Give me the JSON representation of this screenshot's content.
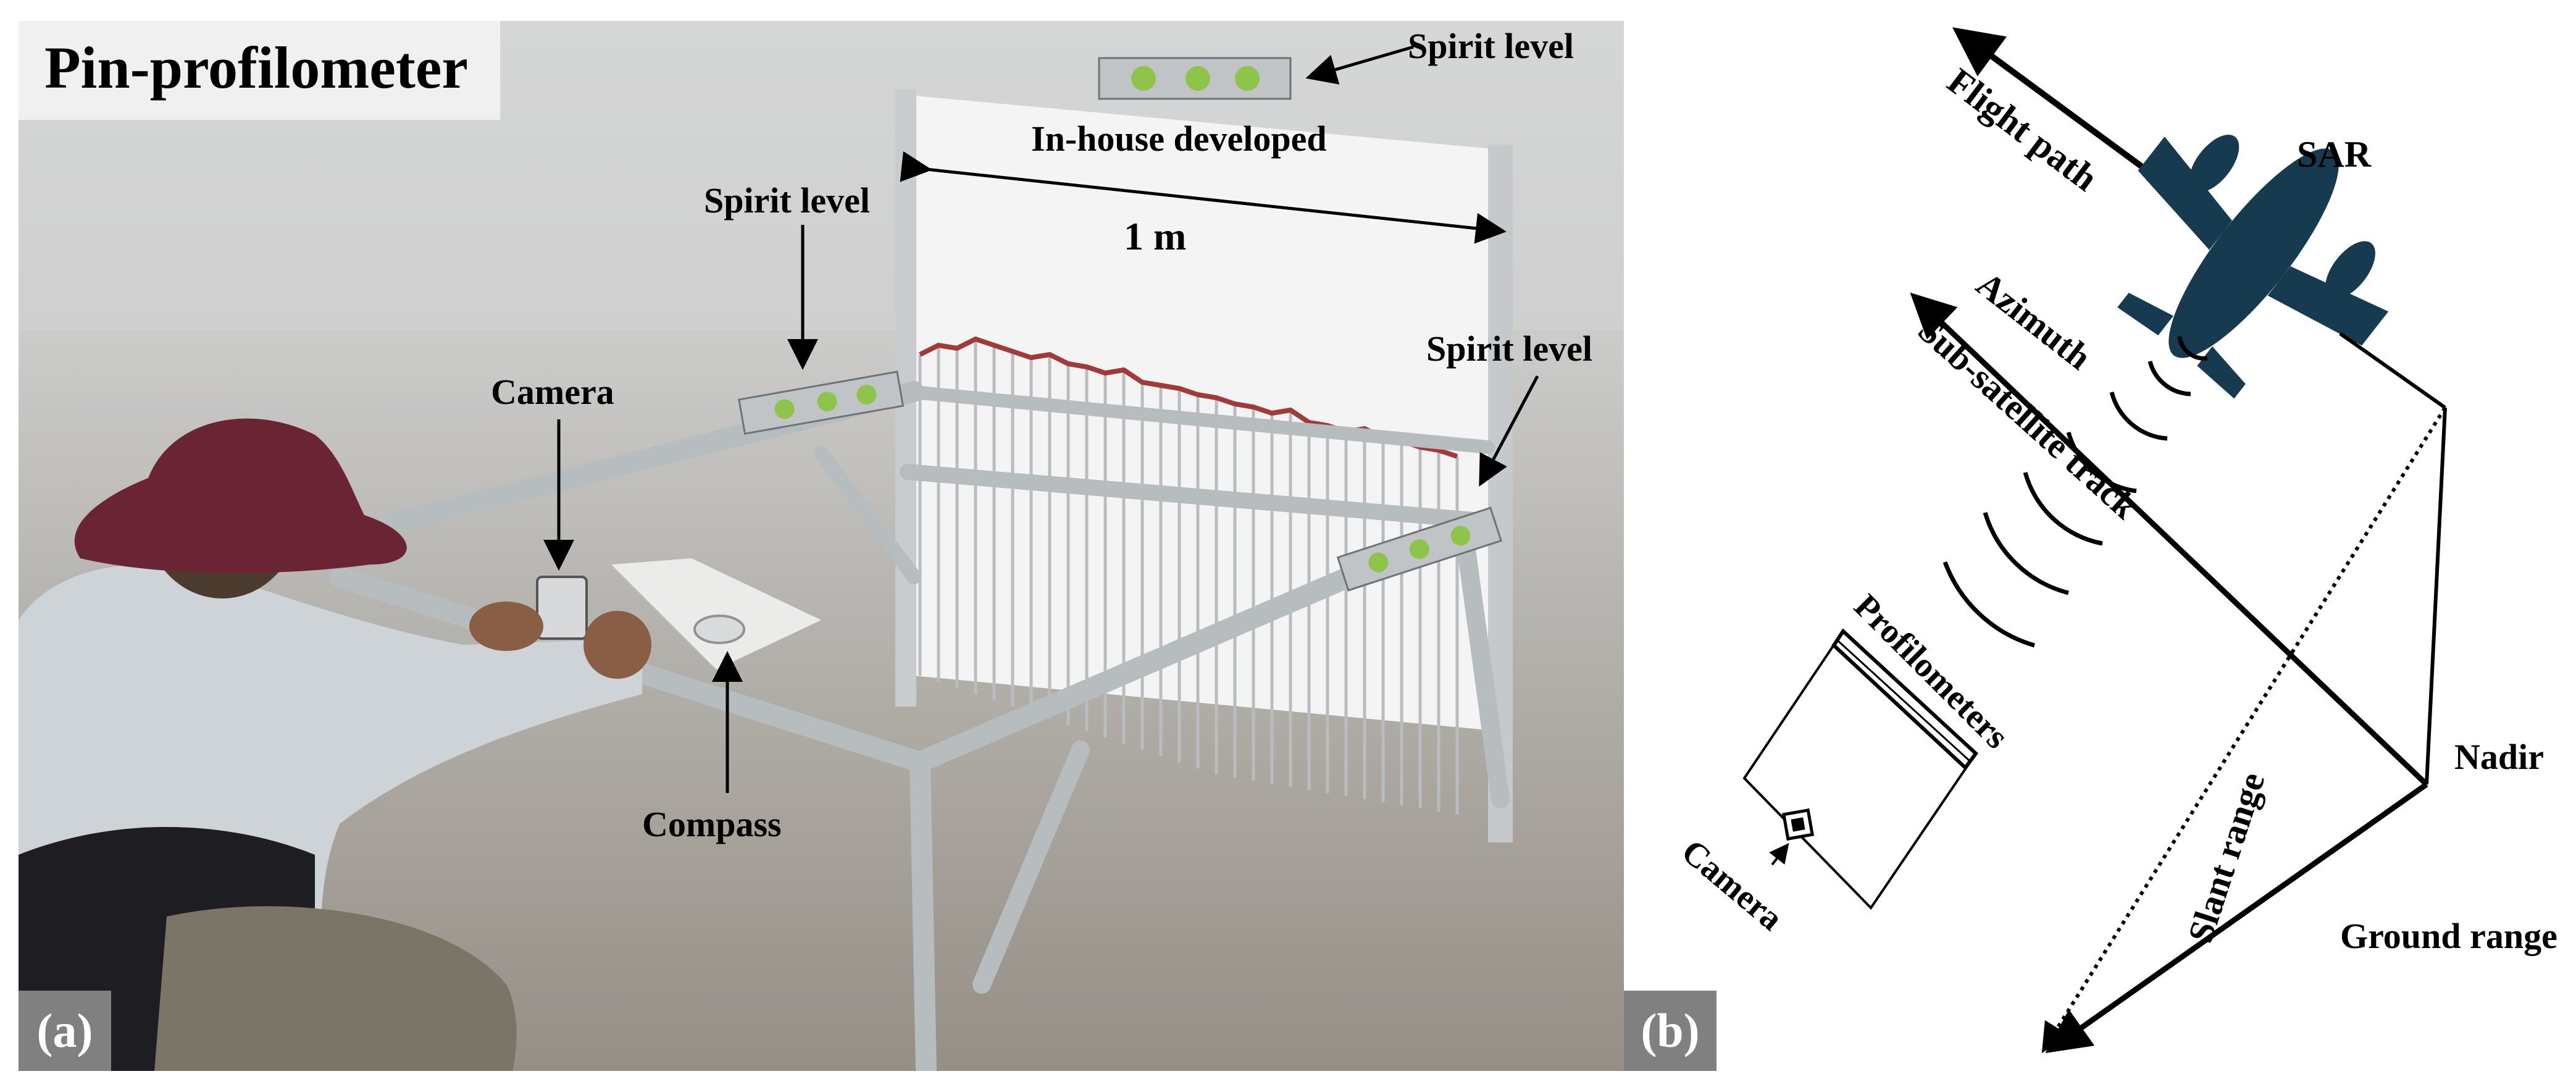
{
  "panel_a": {
    "title": "Pin-profilometer",
    "tag": "(a)",
    "labels": {
      "spirit_level_top": "Spirit level",
      "in_house": "In-house developed",
      "one_m": "1 m",
      "spirit_level_left": "Spirit level",
      "spirit_level_right": "Spirit level",
      "camera": "Camera",
      "compass": "Compass"
    }
  },
  "panel_b": {
    "tag": "(b)",
    "labels": {
      "flight_path": "Flight path",
      "sar": "SAR",
      "azimuth": "Azimuth",
      "sub_satellite_track": "Sub-satellite track",
      "profilometers": "Profilometers",
      "camera": "Camera",
      "nadir": "Nadir",
      "slant_range": "Slant range",
      "ground_range": "Ground range"
    }
  },
  "colors": {
    "aircraft": "#163a50",
    "hat": "#6a2434",
    "pin_tips": "#a33a3a"
  }
}
